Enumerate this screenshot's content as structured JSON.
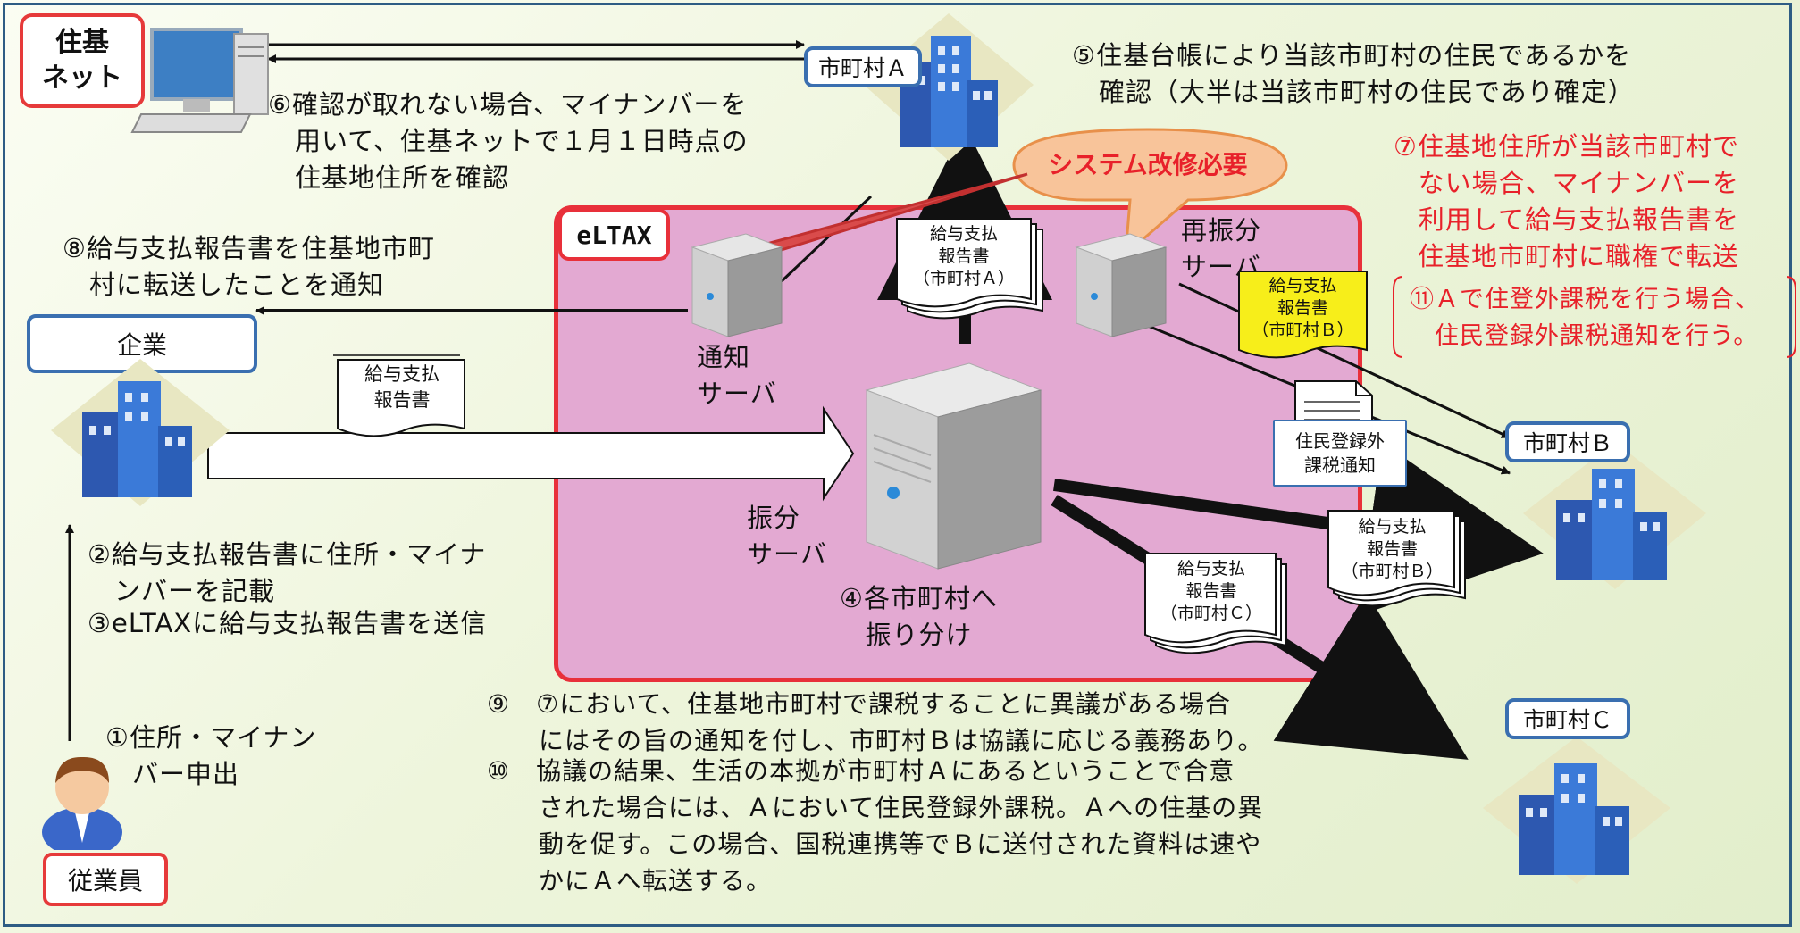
{
  "colors": {
    "frame": "#2e5c84",
    "accent_red": "#e8212a",
    "eltax_bg": "#e3a9d2",
    "highlight_doc": "#f7ee1a",
    "box_border": "#3a6fb0"
  },
  "juki_net": "住基\nネット",
  "company": "企業",
  "employee": "従業員",
  "eltax": "eLTAX",
  "municipality_a": "市町村Ａ",
  "municipality_b": "市町村Ｂ",
  "municipality_c": "市町村Ｃ",
  "callout": "システム改修必要",
  "servers": {
    "notify": "通知\nサーバ",
    "reroute": "再振分\nサーバ",
    "distribute": "振分\nサーバ"
  },
  "docs": {
    "plain": "給与支払\n報告書",
    "to_a": "給与支払\n報告書\n（市町村Ａ）",
    "to_b_yellow": "給与支払\n報告書\n（市町村Ｂ）",
    "to_b": "給与支払\n報告書\n（市町村Ｂ）",
    "to_c": "給与支払\n報告書\n（市町村Ｃ）",
    "notice": "住民登録外\n課税通知"
  },
  "steps": {
    "s1": "①住所・マイナン\n　バー申出",
    "s2": "②給与支払報告書に住所・マイナ\n　ンバーを記載",
    "s3": "③eLTAXに給与支払報告書を送信",
    "s4": "④各市町村へ\n振り分け",
    "s5": "⑤住基台帳により当該市町村の住民であるかを\n　確認（大半は当該市町村の住民であり確定）",
    "s6": "⑥確認が取れない場合、マイナンバーを\n　用いて、住基ネットで１月１日時点の\n　住基地住所を確認",
    "s7": "⑦住基地住所が当該市町村で\nない場合、マイナンバーを\n利用して給与支払報告書を\n住基地市町村に職権で転送",
    "s8": "⑧給与支払報告書を住基地市町\n　村に転送したことを通知",
    "s9": "⑨　⑦において、住基地市町村で課税することに異議がある場合\n　　にはその旨の通知を付し、市町村Ｂは協議に応じる義務あり。",
    "s10": "⑩　協議の結果、生活の本拠が市町村Ａにあるということで合意\n　　された場合には、Ａにおいて住民登録外課税。Ａへの住基の異\n　　動を促す。この場合、国税連携等でＢに送付された資料は速や\n　　かにＡへ転送する。",
    "s11": "⑪Ａで住登外課税を行う場合、\n　住民登録外課税通知を行う。"
  }
}
